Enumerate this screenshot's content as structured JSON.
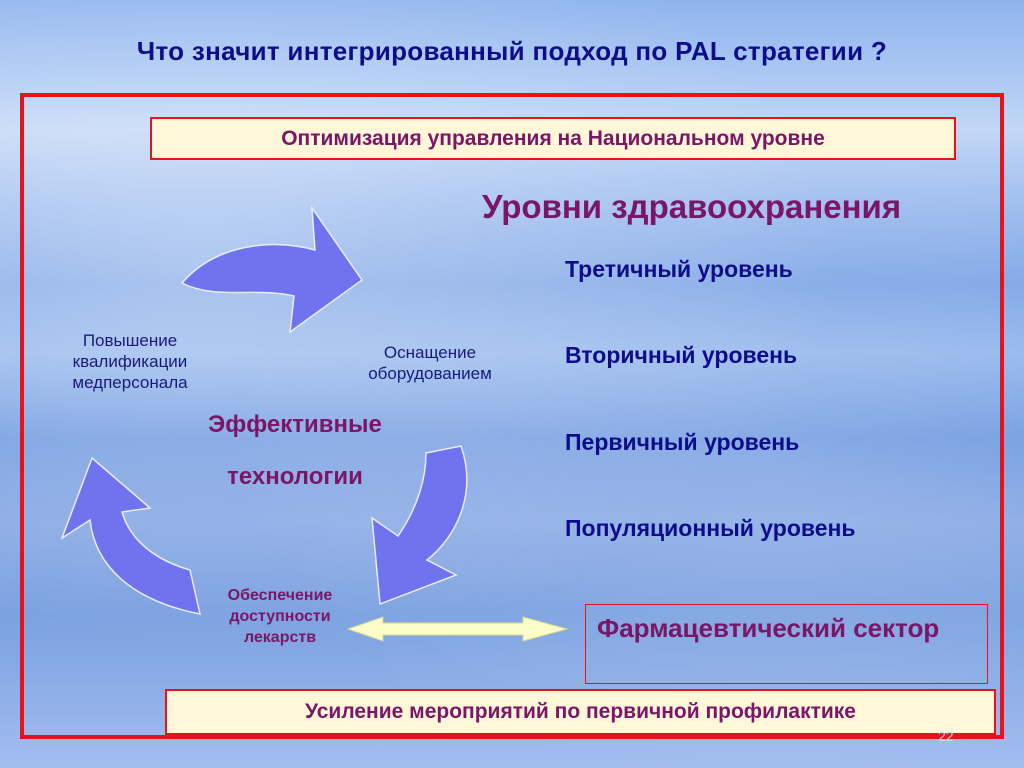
{
  "slide": {
    "title": "Что значит интегрированный подход по PAL  стратегии ?",
    "top_box": "Оптимизация управления на Национальном уровне",
    "bottom_box": "Усиление мероприятий по первичной профилактике",
    "levels_title": "Уровни здравоохранения",
    "levels": [
      "Третичный уровень",
      "Вторичный уровень",
      "Первичный уровень",
      "Популяционный уровень"
    ],
    "cycle": {
      "left_label": "Повышение квалификации медперсонала",
      "right_label": "Оснащение оборудованием",
      "bottom_label": "Обеспечение доступности лекарств",
      "center_line1": "Эффективные",
      "center_line2": "технологии"
    },
    "pharm_sector": "Фармацевтический сектор",
    "page_number": "22"
  },
  "colors": {
    "title_text": "#0d0d8a",
    "accent_magenta": "#7a1568",
    "frame_red": "#e8121c",
    "box_fill": "#fff7d8",
    "arrow_fill": "#6f74ee",
    "double_arrow_fill": "#fbfcc8"
  }
}
